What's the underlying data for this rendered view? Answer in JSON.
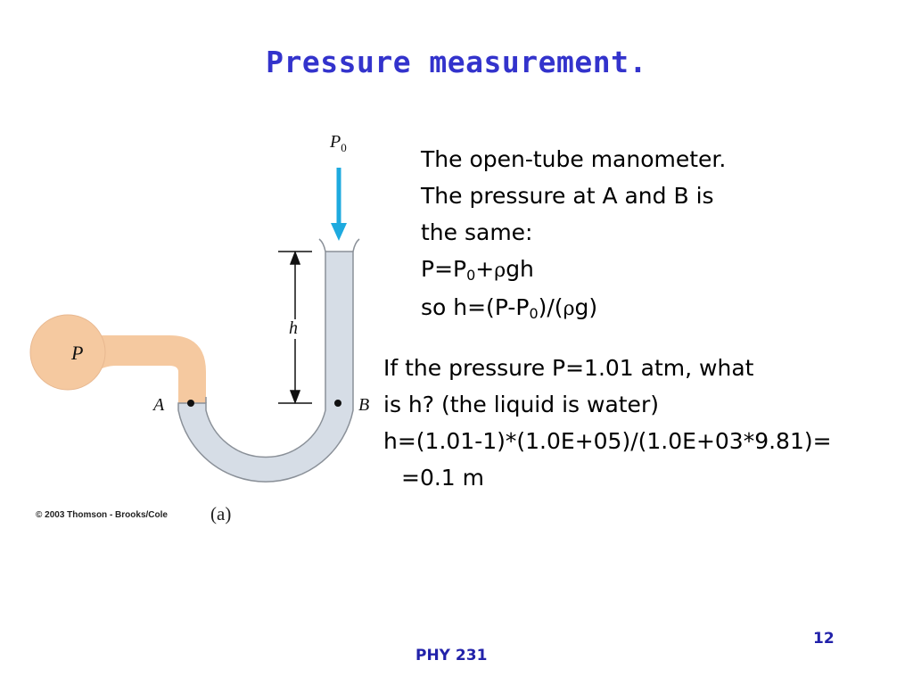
{
  "slide": {
    "title": "Pressure measurement.",
    "page_number": "12",
    "footer": "PHY 231"
  },
  "figure": {
    "label_P0": "P",
    "label_P0_sub": "0",
    "label_P": "P",
    "label_h": "h",
    "label_A": "A",
    "label_B": "B",
    "caption": "(a)",
    "credit": "© 2003 Thomson - Brooks/Cole",
    "colors": {
      "bulb_fluid": "#f5c9a0",
      "tube": "#d6dde6",
      "tube_outline": "#8a9098",
      "arrow": "#1eaadf"
    }
  },
  "text": {
    "line1": "The open-tube manometer.",
    "line2": "The pressure at A and B is",
    "line3": "the same:",
    "formula1_a": "P=P",
    "formula1_sub": "0",
    "formula1_b": "+",
    "formula1_rho": "ρ",
    "formula1_c": "gh",
    "formula2_a": "so h=(P-P",
    "formula2_sub": "0",
    "formula2_b": ")/(",
    "formula2_rho": "ρ",
    "formula2_c": "g)"
  },
  "problem": {
    "line1": "If the pressure P=1.01 atm, what",
    "line2": "is h? (the liquid is water)",
    "line3": "h=(1.01-1)*(1.0E+05)/(1.0E+03*9.81)=",
    "line4": "=0.1 m"
  }
}
